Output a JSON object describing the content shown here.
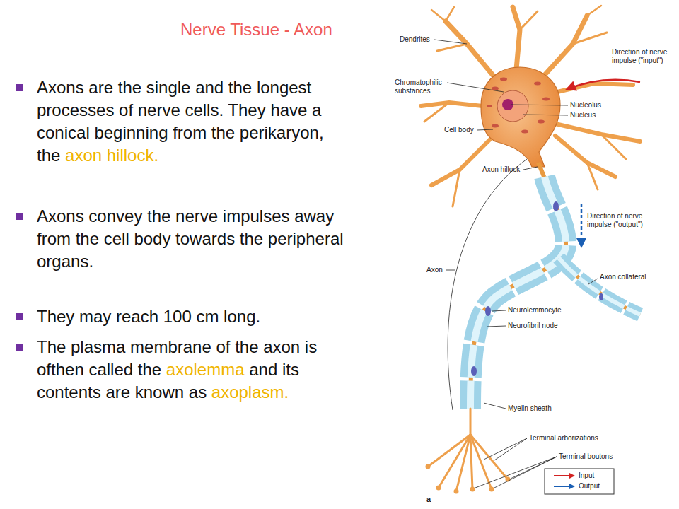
{
  "diagram": {
    "title": "Nerve Tissue - Axon",
    "labels": [
      "Axons are the single and the longest processes of nerve cells. They have a conical beginning from the perikaryon, the",
      "axon hillock.",
      "Axons convey the nerve impulses away from the cell body towards the peripheral organs.",
      "They may reach 100 cm long.",
      "The plasma membrane of the axon is ofthen called the",
      "axolemma",
      "and its contents are known as",
      "axoplasm.",
      "Dendrites",
      "Chromatophilic substances",
      "Direction of nerve impulse (\"input\")",
      "Nucleolus",
      "Nucleus",
      "Cell body",
      "Axon hillock",
      "Direction of nerve impulse (\"output\")",
      "Axon",
      "Axon collateral",
      "Neurolemmocyte",
      "Neurofibril node",
      "Myelin sheath",
      "Terminal arborizations",
      "Terminal boutons",
      "a"
    ],
    "legend": [
      {
        "text": "Input"
      },
      {
        "text": "Output"
      }
    ]
  }
}
